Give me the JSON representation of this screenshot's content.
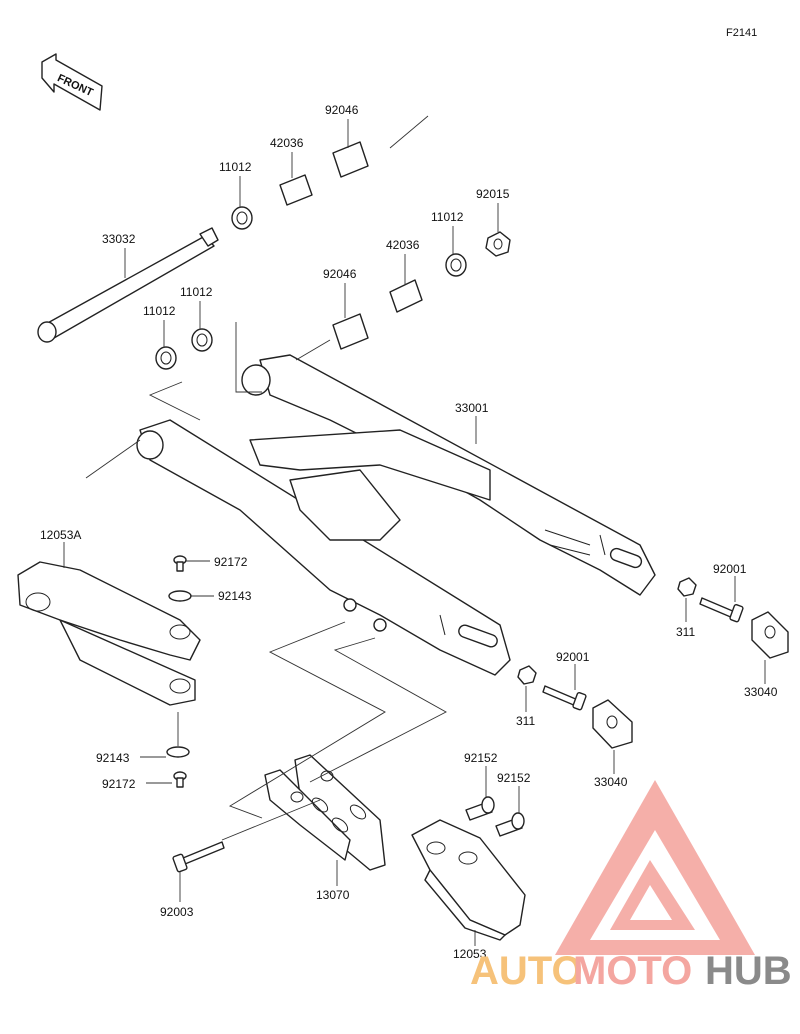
{
  "figure_code": "F2141",
  "front_label": "FRONT",
  "labels": {
    "p92046_top": "92046",
    "p42036_top": "42036",
    "p11012_a": "11012",
    "p33032": "33032",
    "p92015": "92015",
    "p11012_b": "11012",
    "p42036_mid": "42036",
    "p92046_mid": "92046",
    "p11012_c": "11012",
    "p11012_d": "11012",
    "p33001": "33001",
    "p12053A": "12053A",
    "p92172_top": "92172",
    "p92143_top": "92143",
    "p92001_right": "92001",
    "p311_right": "311",
    "p33040_right": "33040",
    "p92001_mid": "92001",
    "p311_mid": "311",
    "p33040_mid": "33040",
    "p92143_bot": "92143",
    "p92172_bot": "92172",
    "p92152_a": "92152",
    "p92152_b": "92152",
    "p92003": "92003",
    "p13070": "13070",
    "p12053": "12053"
  },
  "watermark": {
    "part1": "AUTO",
    "part2": "MOTO",
    "part3": "HUB",
    "color_primary": "#f4a6a0",
    "color_secondary": "#f6c27a",
    "color_dark": "#8a8a8a"
  }
}
